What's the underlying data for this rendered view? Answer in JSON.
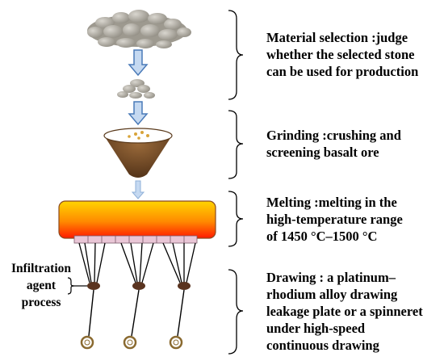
{
  "steps": [
    {
      "lines": [
        "Material selection :judge",
        "whether the selected stone",
        "can be used for production"
      ]
    },
    {
      "lines": [
        "Grinding :crushing and",
        "screening basalt ore"
      ]
    },
    {
      "lines": [
        "Melting :melting in the",
        "high-temperature range",
        "of 1450 °C–1500 °C"
      ]
    },
    {
      "lines": [
        "Drawing : a platinum–",
        "rhodium alloy drawing",
        "leakage plate or a spinneret",
        "under high-speed",
        "continuous drawing"
      ]
    }
  ],
  "infiltration_label": [
    "Infiltration",
    "agent",
    "process"
  ],
  "colors": {
    "arrow_fill": "#c5d9f1",
    "arrow_stroke": "#4a7ab8",
    "furnace_top": "#ffd200",
    "furnace_bottom": "#ff1e00",
    "bushing": "#e9c6d6",
    "stone": "#a8a49a",
    "bracket": "#000000"
  }
}
